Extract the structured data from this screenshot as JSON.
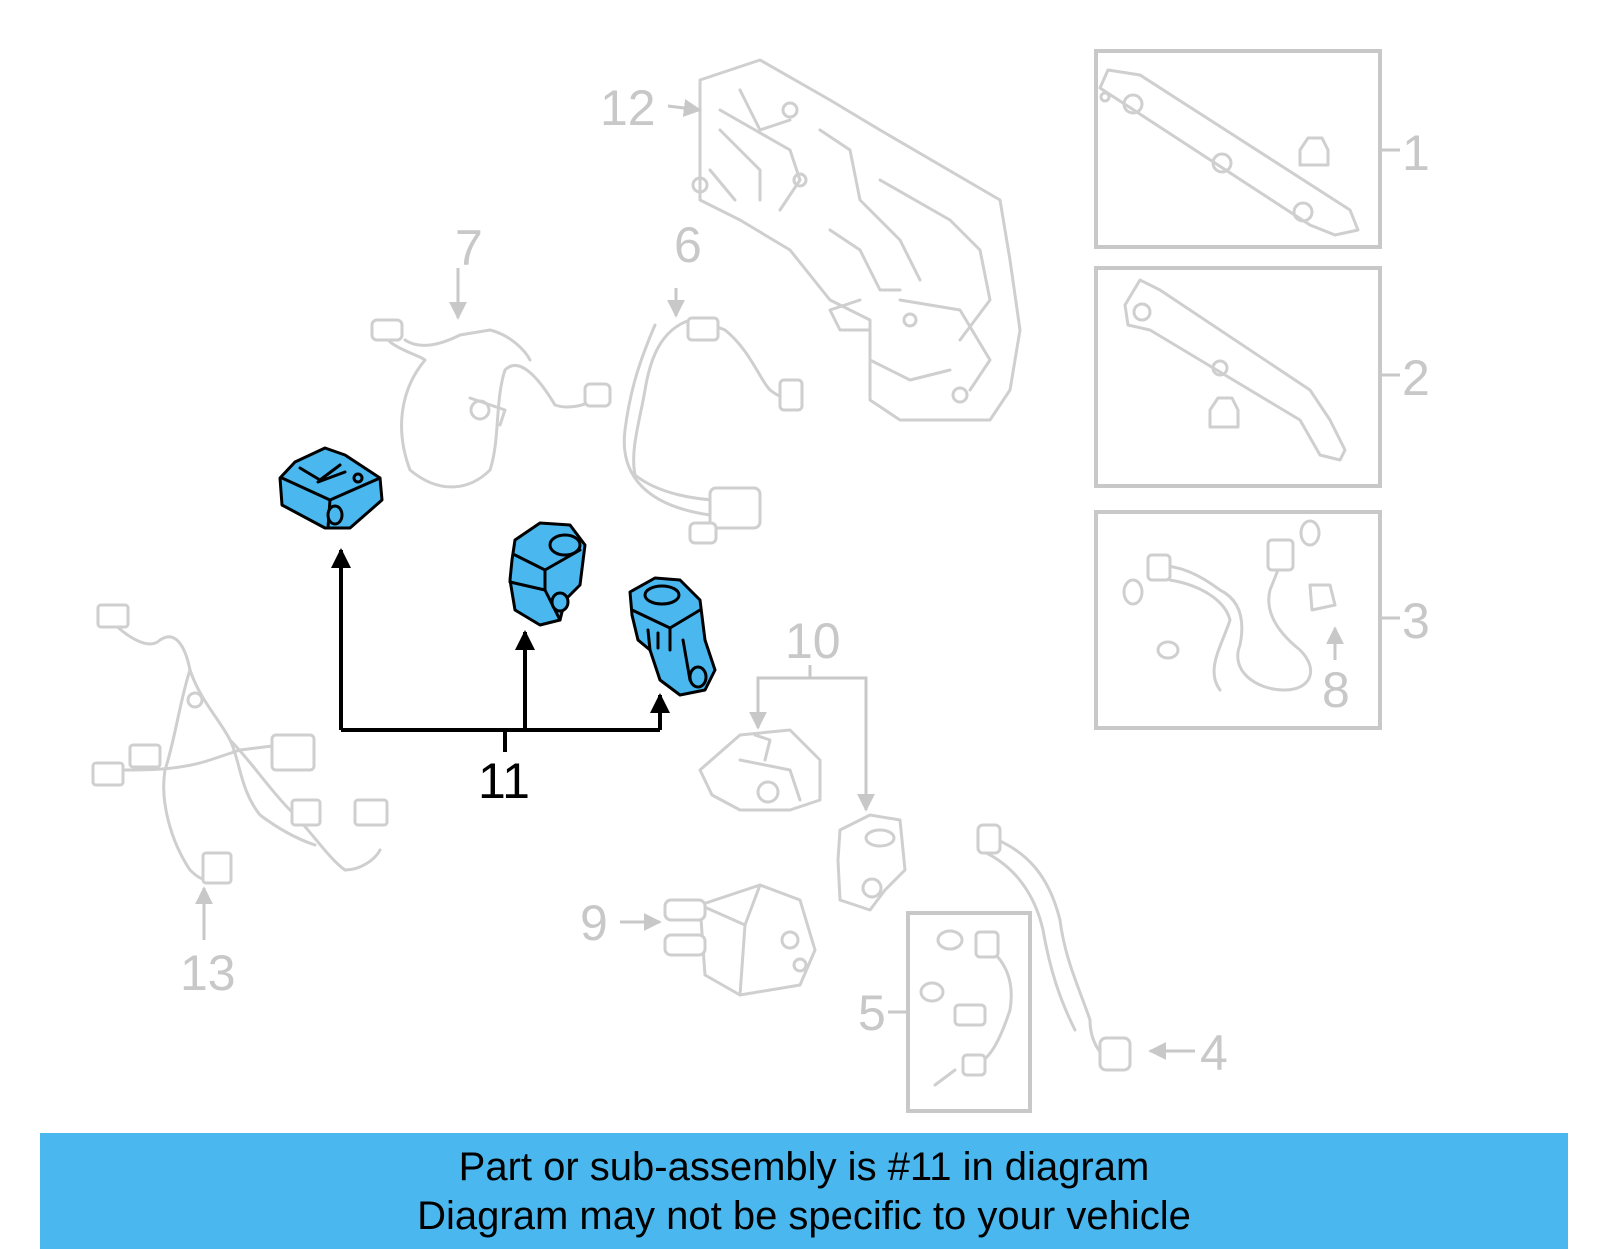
{
  "callouts": {
    "c1": "1",
    "c2": "2",
    "c3": "3",
    "c4": "4",
    "c5": "5",
    "c6": "6",
    "c7": "7",
    "c8": "8",
    "c9": "9",
    "c10": "10",
    "c11": "11",
    "c12": "12",
    "c13": "13"
  },
  "highlight_color": "#4ab8ee",
  "banner": {
    "line1": "Part or sub-assembly is #11 in diagram",
    "line2": "Diagram may not be specific to your vehicle"
  }
}
